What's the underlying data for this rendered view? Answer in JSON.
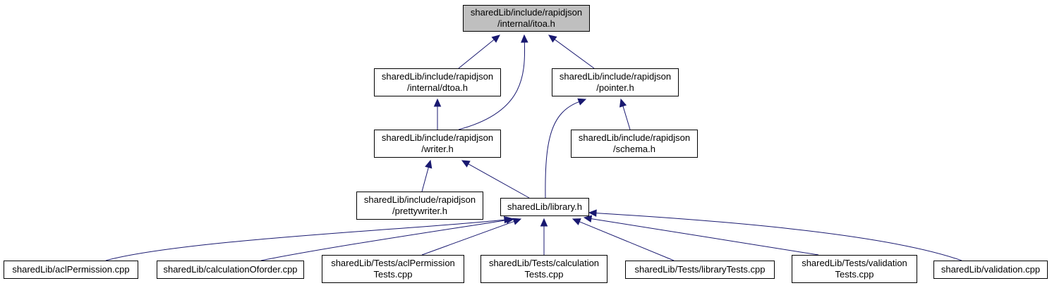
{
  "colors": {
    "edge": "#191970",
    "root_fill": "#bfbfbf",
    "node_fill": "#ffffff",
    "border": "#000000"
  },
  "nodes": {
    "itoa": {
      "line1": "sharedLib/include/rapidjson",
      "line2": "/internal/itoa.h"
    },
    "dtoa": {
      "line1": "sharedLib/include/rapidjson",
      "line2": "/internal/dtoa.h"
    },
    "pointer": {
      "line1": "sharedLib/include/rapidjson",
      "line2": "/pointer.h"
    },
    "writer": {
      "line1": "sharedLib/include/rapidjson",
      "line2": "/writer.h"
    },
    "schema": {
      "line1": "sharedLib/include/rapidjson",
      "line2": "/schema.h"
    },
    "prettywriter": {
      "line1": "sharedLib/include/rapidjson",
      "line2": "/prettywriter.h"
    },
    "library": {
      "line1": "sharedLib/library.h"
    },
    "aclPermission": {
      "line1": "sharedLib/aclPermission.cpp"
    },
    "calculationOforder": {
      "line1": "sharedLib/calculationOforder.cpp"
    },
    "aclPermissionTests": {
      "line1": "sharedLib/Tests/aclPermission",
      "line2": "Tests.cpp"
    },
    "calculationTests": {
      "line1": "sharedLib/Tests/calculation",
      "line2": "Tests.cpp"
    },
    "libraryTests": {
      "line1": "sharedLib/Tests/libraryTests.cpp"
    },
    "validationTests": {
      "line1": "sharedLib/Tests/validation",
      "line2": "Tests.cpp"
    },
    "validation": {
      "line1": "sharedLib/validation.cpp"
    }
  },
  "edges": [
    {
      "from": "dtoa",
      "to": "itoa"
    },
    {
      "from": "writer",
      "to": "itoa"
    },
    {
      "from": "pointer",
      "to": "itoa"
    },
    {
      "from": "writer",
      "to": "dtoa"
    },
    {
      "from": "library",
      "to": "pointer"
    },
    {
      "from": "schema",
      "to": "pointer"
    },
    {
      "from": "prettywriter",
      "to": "writer"
    },
    {
      "from": "library",
      "to": "writer"
    },
    {
      "from": "aclPermission",
      "to": "library"
    },
    {
      "from": "calculationOforder",
      "to": "library"
    },
    {
      "from": "aclPermissionTests",
      "to": "library"
    },
    {
      "from": "calculationTests",
      "to": "library"
    },
    {
      "from": "libraryTests",
      "to": "library"
    },
    {
      "from": "validationTests",
      "to": "library"
    },
    {
      "from": "validation",
      "to": "library"
    }
  ]
}
